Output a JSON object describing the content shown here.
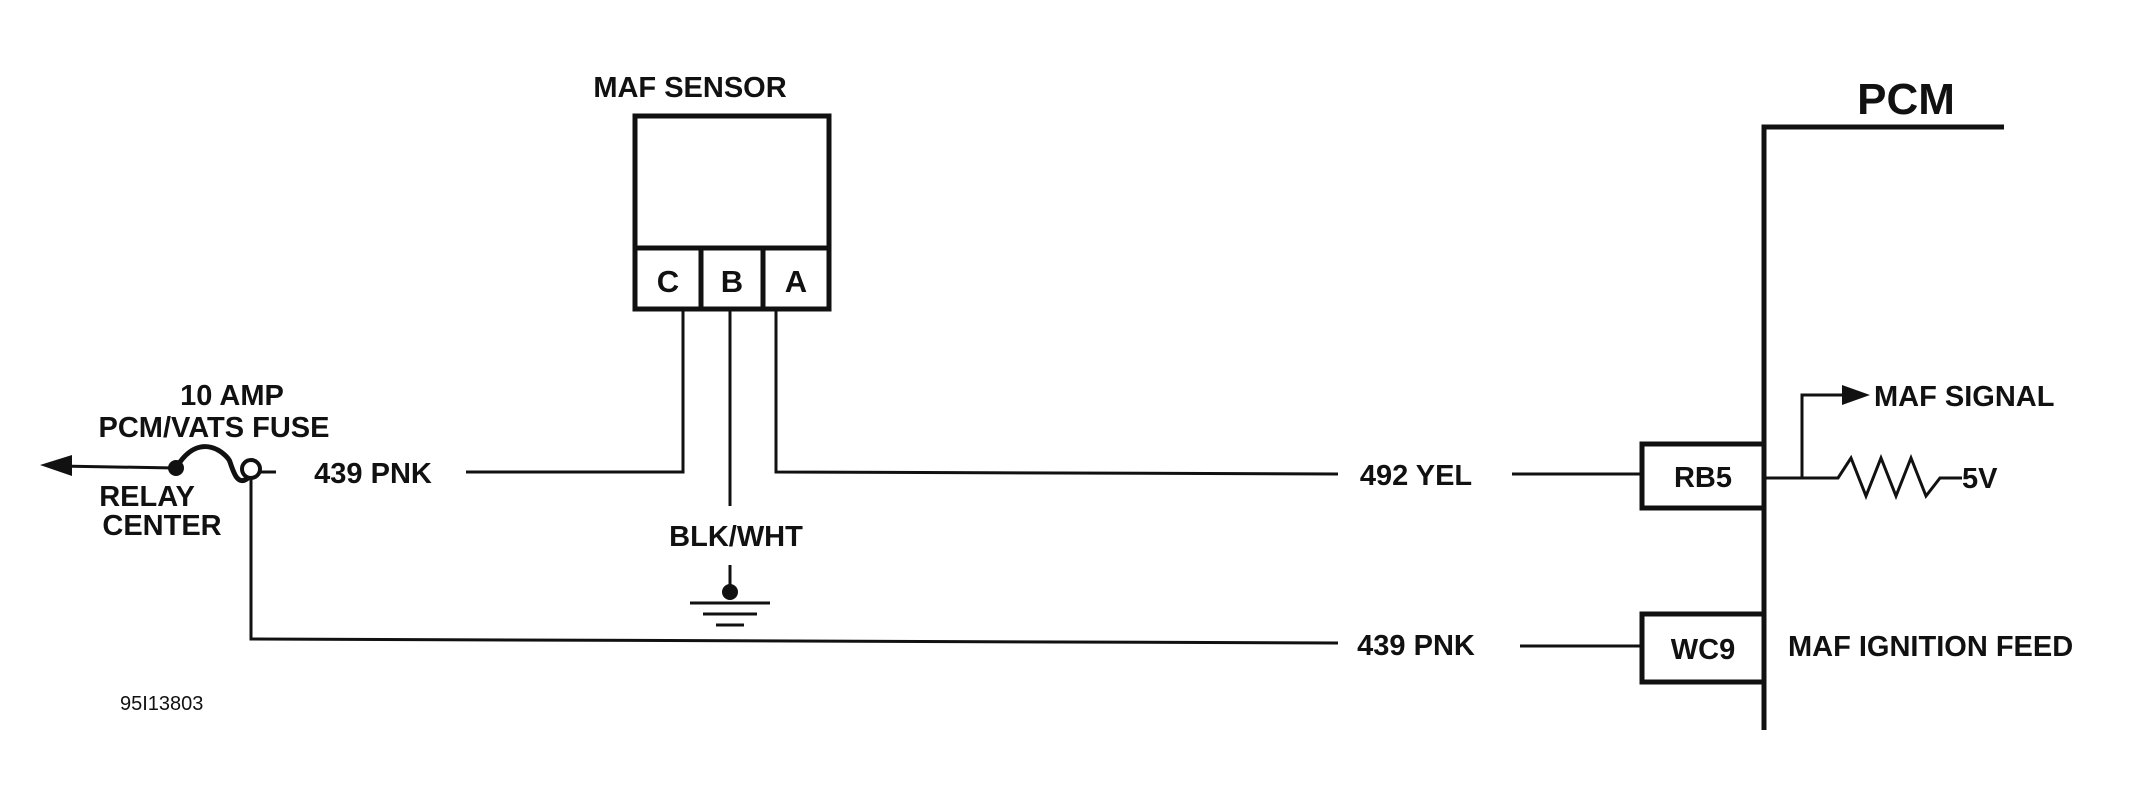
{
  "components": {
    "maf_sensor": {
      "title": "MAF SENSOR",
      "pins": [
        "C",
        "B",
        "A"
      ]
    },
    "pcm": {
      "title": "PCM",
      "connectors": {
        "rb5": "RB5",
        "wc9": "WC9"
      },
      "maf_signal": "MAF SIGNAL",
      "voltage": "5V",
      "ignition_feed": "MAF IGNITION FEED"
    },
    "fuse": {
      "rating": "10 AMP",
      "name": "PCM/VATS FUSE",
      "location_line1": "RELAY",
      "location_line2": "CENTER"
    },
    "ground": {
      "wire": "BLK/WHT"
    }
  },
  "wires": {
    "pnk_to_sensor": "439 PNK",
    "yel_signal": "492 YEL",
    "pnk_to_pcm": "439 PNK"
  },
  "figure_id": "95I13803"
}
